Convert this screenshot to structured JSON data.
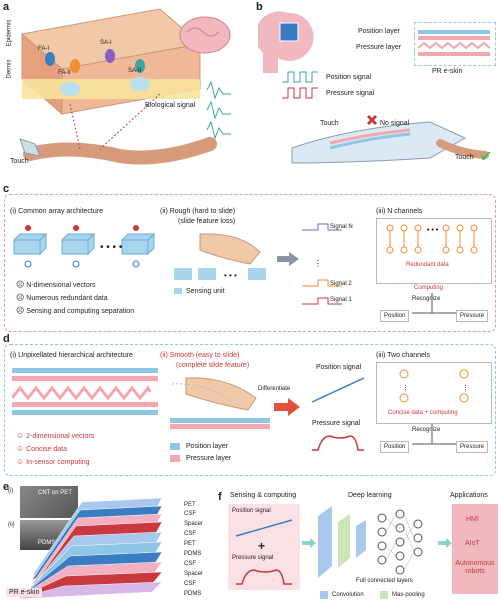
{
  "panel_a": {
    "label": "a",
    "layers": {
      "epidermis": "Epidermis",
      "dermis": "Dermis"
    },
    "receptors": [
      "FA-I",
      "FA-II",
      "SA-I",
      "SA-II"
    ],
    "touch": "Touch",
    "biological_signal": "Biological signal"
  },
  "panel_b": {
    "label": "b",
    "position_layer": "Position layer",
    "pressure_layer": "Pressure layer",
    "pr_eskin": "PR e-skin",
    "position_signal": "Position signal",
    "pressure_signal": "Pressure signal",
    "touch_left": "Touch",
    "no_signal": "No signal",
    "touch_right": "Touch"
  },
  "panel_c": {
    "label": "c",
    "i_title": "(i)  Common array architecture",
    "bullets": [
      "N-dimensional vectors",
      "Numerous redundant data",
      "Sensing and computing separation"
    ],
    "ii_title_1": "(ii)  Rough (hard to slide)",
    "ii_title_2": "(slide feature loss)",
    "sensing_unit": "Sensing unit",
    "signals": [
      "Signal N",
      "Signal 2",
      "Signal 1"
    ],
    "iii_title": "(iii)   N channels",
    "redundant": "Redundant data",
    "computing": "Computing",
    "recognize": "Recognize",
    "position": "Position",
    "pressure": "Pressure"
  },
  "panel_d": {
    "label": "d",
    "i_title": "(i)  Unpixellated hierarchical architecture",
    "bullets": [
      "2-dimensional vectors",
      "Concise data",
      "In-sensor computing"
    ],
    "ii_title_1": "(ii)  Smooth (easy to slide)",
    "ii_title_2": "(complete slide feature)",
    "differentiate": "Differentiate",
    "position_signal": "Position signal",
    "pressure_signal": "Pressure signal",
    "legend_position": "Position layer",
    "legend_pressure": "Pressure layer",
    "iii_title": "(iii)  Two channels",
    "concise": "Concise data  + computing",
    "recognize": "Recognize",
    "position": "Position",
    "pressure": "Pressure"
  },
  "panel_e": {
    "label": "e",
    "sem1_idx": "(i)",
    "sem1_label": "CNT on PET",
    "sem2_idx": "(ii)",
    "sem2_label": "PDMS",
    "layers": [
      "PET",
      "CSF",
      "Spacer",
      "CSF",
      "PET",
      "PDMS",
      "CSF",
      "Spacer",
      "CSF",
      "PDMS"
    ],
    "pr_eskin": "PR e-skin"
  },
  "panel_f": {
    "label": "f",
    "sensing_title": "Sensing & computing",
    "position_signal": "Position signal",
    "plus": "+",
    "pressure_signal": "Pressure signal",
    "deep_learning": "Deep learning",
    "full_connected": "Full connected layers",
    "convolution": "Convolution",
    "max_pooling": "Max-pooling",
    "applications": "Applications",
    "apps": [
      "HMI",
      "AIoT",
      "Autonomous robots"
    ]
  },
  "colors": {
    "pink": "#f3a7b0",
    "blue": "#8ec6e6",
    "red": "#c8383e",
    "teal": "#3aa5a0",
    "green": "#5cb85c"
  }
}
